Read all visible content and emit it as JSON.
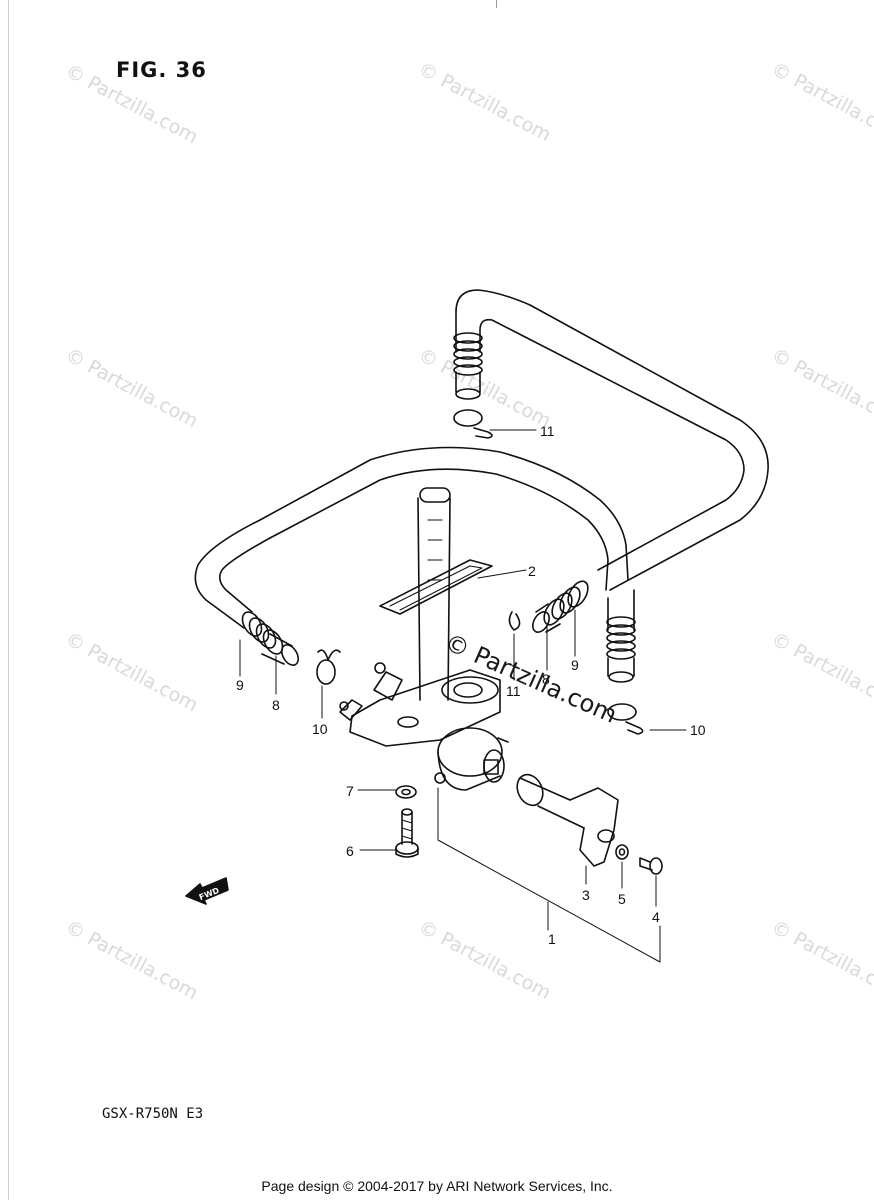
{
  "figure": {
    "title": "FIG. 36",
    "model": "GSX-R750N  E3"
  },
  "watermark": {
    "text": "© Partzilla.com",
    "center_text": "© Partzilla.com"
  },
  "fwd_label": "FWD",
  "callouts": {
    "c1": "1",
    "c2": "2",
    "c3": "3",
    "c4": "4",
    "c5": "5",
    "c6": "6",
    "c7": "7",
    "c8_left": "8",
    "c8_right": "8",
    "c9_left": "9",
    "c9_right": "9",
    "c10_left": "10",
    "c10_right": "10",
    "c11_top": "11",
    "c11_mid": "11"
  },
  "footer": {
    "text": "Page design © 2004-2017 by ARI Network Services, Inc."
  }
}
